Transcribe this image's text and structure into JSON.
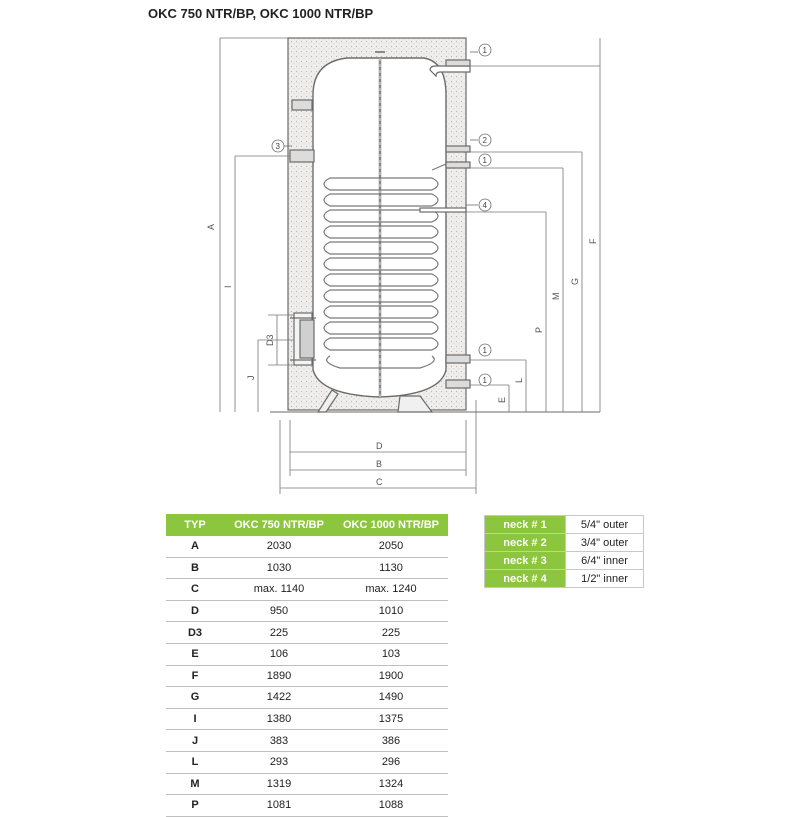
{
  "title": "OKC 750 NTR/BP, OKC 1000 NTR/BP",
  "diagram": {
    "dim_labels": [
      "A",
      "F",
      "G",
      "M",
      "P",
      "L",
      "E",
      "I",
      "J",
      "D3",
      "D",
      "B",
      "C"
    ],
    "callouts": [
      "1",
      "2",
      "1",
      "4",
      "3",
      "1",
      "1"
    ],
    "colors": {
      "insulation": "#ecebe9",
      "tank": "#e6e6e6",
      "line": "#6b6b6b"
    }
  },
  "dimensions_table": {
    "headers": [
      "TYP",
      "OKC 750 NTR/BP",
      "OKC 1000 NTR/BP"
    ],
    "rows": [
      [
        "A",
        "2030",
        "2050"
      ],
      [
        "B",
        "1030",
        "1130"
      ],
      [
        "C",
        "max. 1140",
        "max. 1240"
      ],
      [
        "D",
        "950",
        "1010"
      ],
      [
        "D3",
        "225",
        "225"
      ],
      [
        "E",
        "106",
        "103"
      ],
      [
        "F",
        "1890",
        "1900"
      ],
      [
        "G",
        "1422",
        "1490"
      ],
      [
        "I",
        "1380",
        "1375"
      ],
      [
        "J",
        "383",
        "386"
      ],
      [
        "L",
        "293",
        "296"
      ],
      [
        "M",
        "1319",
        "1324"
      ],
      [
        "P",
        "1081",
        "1088"
      ]
    ],
    "header_color": "#8cc63e"
  },
  "neck_table": {
    "rows": [
      [
        "neck # 1",
        "5/4\" outer"
      ],
      [
        "neck # 2",
        "3/4\" outer"
      ],
      [
        "neck # 3",
        "6/4\" inner"
      ],
      [
        "neck # 4",
        "1/2\" inner"
      ]
    ]
  }
}
